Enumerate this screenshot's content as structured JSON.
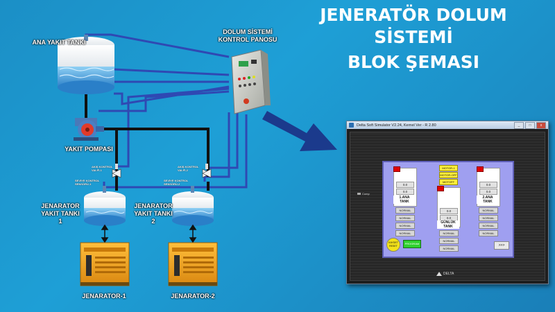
{
  "title": {
    "line1": "JENERATÖR DOLUM SİSTEMİ",
    "line2": "BLOK ŞEMASI"
  },
  "labels": {
    "main_tank": "ANA YAKIT TANKI",
    "panel": "DOLUM SİSTEMİ\nKONTROL PANOSU",
    "pump": "YAKIT POMPASI",
    "gen_tank1": "JENARATOR\nYAKIT TANKI\n1",
    "gen_tank2": "JENARATOR\nYAKIT TANKI\n2",
    "gen1": "JENARATOR-1",
    "gen2": "JENARATOR-2",
    "valve1": "AKIŞ KONTROL\nVALFİ-1",
    "valve2": "AKIŞ KONTROL\nVALFİ-2",
    "sensor1": "SEVİYE KONTROL\nSENSÖRÜ-1",
    "sensor2": "SEVİYE KONTROL\nSENSÖRÜ-2"
  },
  "simulator": {
    "window_title": "Delta Soft Simulator V2.24, Kernel Ver - R 2.80",
    "titlebar_buttons": [
      "_",
      "□",
      "x"
    ],
    "side_label": "Comp",
    "tanks": [
      {
        "name": "1.ANA\nTANK",
        "values": [
          "0.0",
          "0.0"
        ],
        "buttons": [
          "NORMAL",
          "NORMAL",
          "NORMAL",
          "NORMAL"
        ]
      },
      {
        "name": "GÜNLÜK\nTANK",
        "values": [
          "0.0",
          "0.0"
        ],
        "buttons": [
          "NORMAL",
          "NORMAL",
          "NORMAL"
        ]
      },
      {
        "name": "2.ANA\nTANK",
        "values": [
          "0.0",
          "0.0"
        ],
        "buttons": [
          "NORMAL",
          "NORMAL",
          "NORMAL",
          "NORMAL"
        ]
      }
    ],
    "motor_buttons": [
      "MOTOR-1",
      "MOTOR-OFF",
      "MOTOFF"
    ],
    "kaydet_label": "KAYDET\nRESET",
    "green_label": "PROGRAM",
    "next_label": ">>>",
    "brand": "DELTA"
  },
  "colors": {
    "background": "#1e9fd6",
    "generator": "#f0a020",
    "hmi_bg": "#9f9ff0",
    "alarm_red": "#e00000",
    "button_yellow": "#ffef3a",
    "button_green": "#2ed12e"
  }
}
